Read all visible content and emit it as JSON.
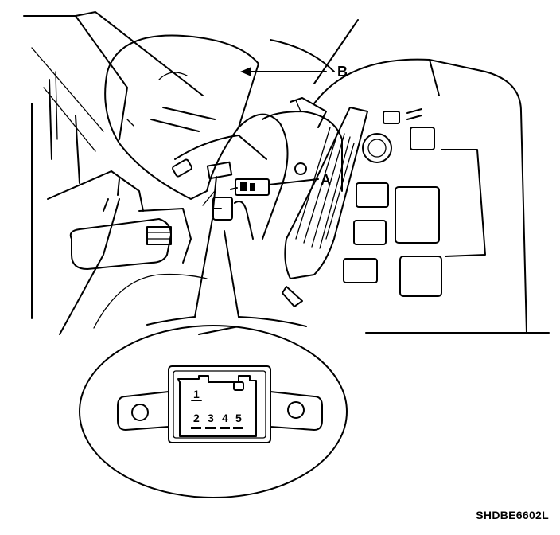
{
  "callouts": {
    "a": "A",
    "b": "B"
  },
  "connector": {
    "pins_top": [
      "1"
    ],
    "pins_bottom": [
      "2",
      "3",
      "4",
      "5"
    ]
  },
  "figure_code": "SHDBE6602L",
  "colors": {
    "ink": "#000000",
    "paper": "#ffffff"
  }
}
